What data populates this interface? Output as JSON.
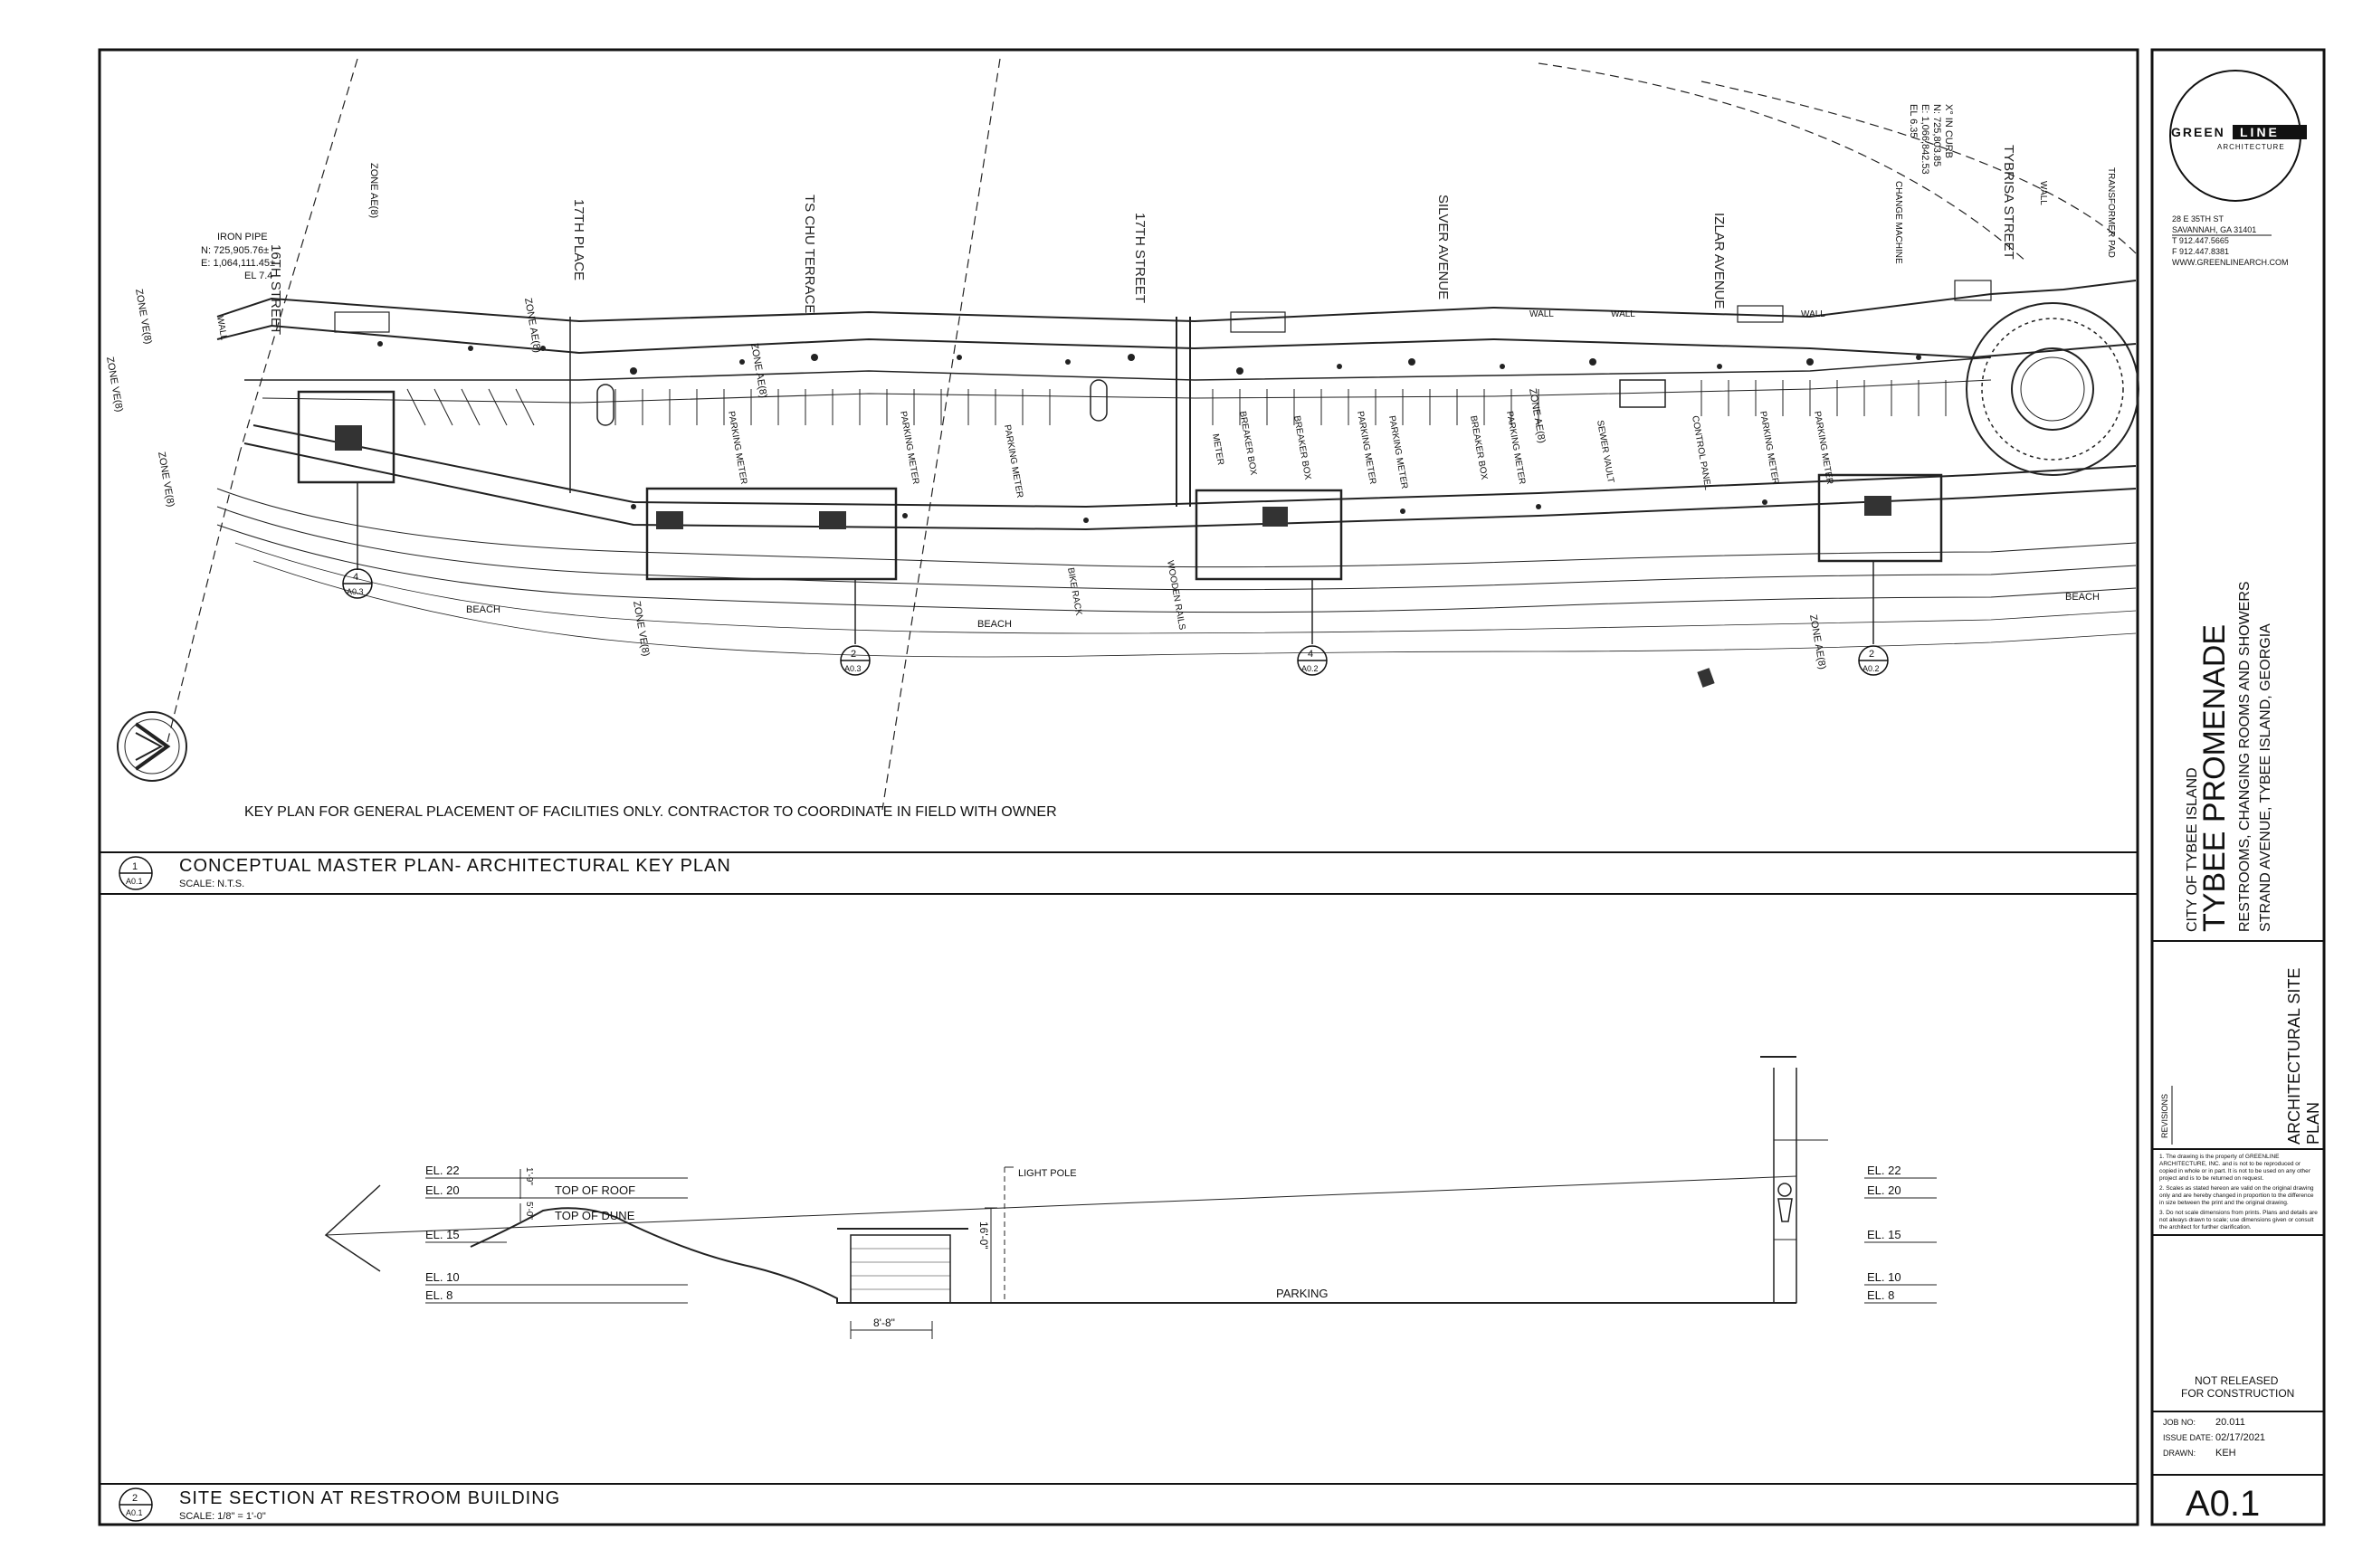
{
  "key_plan": {
    "street_labels": [
      "16TH STREET",
      "17TH PLACE",
      "TS CHU TERRACE",
      "17TH STREET",
      "SILVER AVENUE",
      "IZLAR AVENUE",
      "TYBRISA STREET"
    ],
    "survey_point": [
      "IRON PIPE",
      "N: 725,905.76±",
      "E: 1,064,111.45±",
      "EL 7.4"
    ],
    "survey_point_right": [
      "X° IN CURB",
      "N: 725,803.85",
      "E: 1,066,842.53",
      "EL 6.35"
    ],
    "zone_labels": [
      "ZONE AE(8)",
      "ZONE AE(8)",
      "ZONE VE(8)",
      "ZONE VE(8)",
      "ZONE AE(8)",
      "ZONE AE(8)",
      "ZONE VE(8)",
      "ZONE VE(8)",
      "ZONE AE(8)"
    ],
    "misc_labels": [
      "WALL",
      "WALL",
      "WALL",
      "WALL",
      "WALL",
      "PARKING METER",
      "PARKING METER",
      "PARKING METER",
      "BREAKER BOX",
      "BREAKER BOX",
      "PARKING METER",
      "PARKING METER",
      "BREAKER BOX",
      "PARKING METER",
      "SEWER VAULT",
      "CONTROL PANEL",
      "PARKING METER",
      "PARKING METER",
      "METER",
      "CHANGE MACHINE",
      "TRANSFORMER PAD",
      "BEACH",
      "BEACH",
      "BEACH",
      "BIKE RACK",
      "WOODEN RAILS"
    ],
    "callouts": [
      {
        "num": "4",
        "sheet": "A0.3"
      },
      {
        "num": "2",
        "sheet": "A0.3"
      },
      {
        "num": "4",
        "sheet": "A0.2"
      },
      {
        "num": "2",
        "sheet": "A0.2"
      }
    ],
    "note": "KEY PLAN FOR GENERAL PLACEMENT OF FACILITIES ONLY. CONTRACTOR TO COORDINATE IN FIELD WITH OWNER"
  },
  "drawing_1": {
    "num": "1",
    "sheet": "A0.1",
    "title": "CONCEPTUAL MASTER PLAN- ARCHITECTURAL KEY PLAN",
    "scale": "SCALE: N.T.S."
  },
  "section": {
    "elevations_left": [
      "EL. 22",
      "EL. 20",
      "EL. 15",
      "EL. 10",
      "EL. 8"
    ],
    "elevations_right": [
      "EL. 22",
      "EL. 20",
      "EL. 15",
      "EL. 10",
      "EL. 8"
    ],
    "top_of_roof": "TOP OF ROOF",
    "top_of_dune": "TOP OF DUNE",
    "dim_roof": "1'-9\"",
    "dim_dune": "5'-0\"",
    "dim_width": "8'-8\"",
    "dim_height": "16'-0\"",
    "light_pole": "LIGHT POLE",
    "parking": "PARKING"
  },
  "drawing_2": {
    "num": "2",
    "sheet": "A0.1",
    "title": "SITE SECTION AT RESTROOM BUILDING",
    "scale": "SCALE: 1/8\" = 1'-0\""
  },
  "title_block": {
    "logo_top": "GREEN",
    "logo_mid": "LINE",
    "logo_bottom": "ARCHITECTURE",
    "address": [
      "28 E 35TH ST",
      "SAVANNAH, GA 31401",
      "T  912.447.5665",
      "F  912.447.8381",
      "WWW.GREENLINEARCH.COM"
    ],
    "client": "CITY OF TYBEE ISLAND",
    "project": "TYBEE PROMENADE",
    "project_sub": "RESTROOMS, CHANGING ROOMS AND SHOWERS",
    "project_loc": "STRAND AVENUE, TYBEE ISLAND, GEORGIA",
    "revisions_label": "REVISIONS",
    "sheet_title": "ARCHITECTURAL SITE PLAN",
    "notes": [
      "1. The drawing is the property of GREENLINE ARCHITECTURE, INC. and is not to be reproduced or copied in whole or in part. It is not to be used on any other project and is to be returned on request.",
      "2. Scales as stated hereon are valid on the original drawing only and are hereby changed in proportion to the difference in size between the print and the original drawing.",
      "3. Do not scale dimensions from prints. Plans and details are not always drawn to scale; use dimensions given or consult the architect for further clarification."
    ],
    "status": [
      "NOT RELEASED",
      "FOR CONSTRUCTION"
    ],
    "job_no_label": "JOB NO:",
    "job_no": "20.011",
    "issue_date_label": "ISSUE DATE:",
    "issue_date": "02/17/2021",
    "drawn_label": "DRAWN:",
    "drawn": "KEH",
    "sheet_number": "A0.1"
  }
}
